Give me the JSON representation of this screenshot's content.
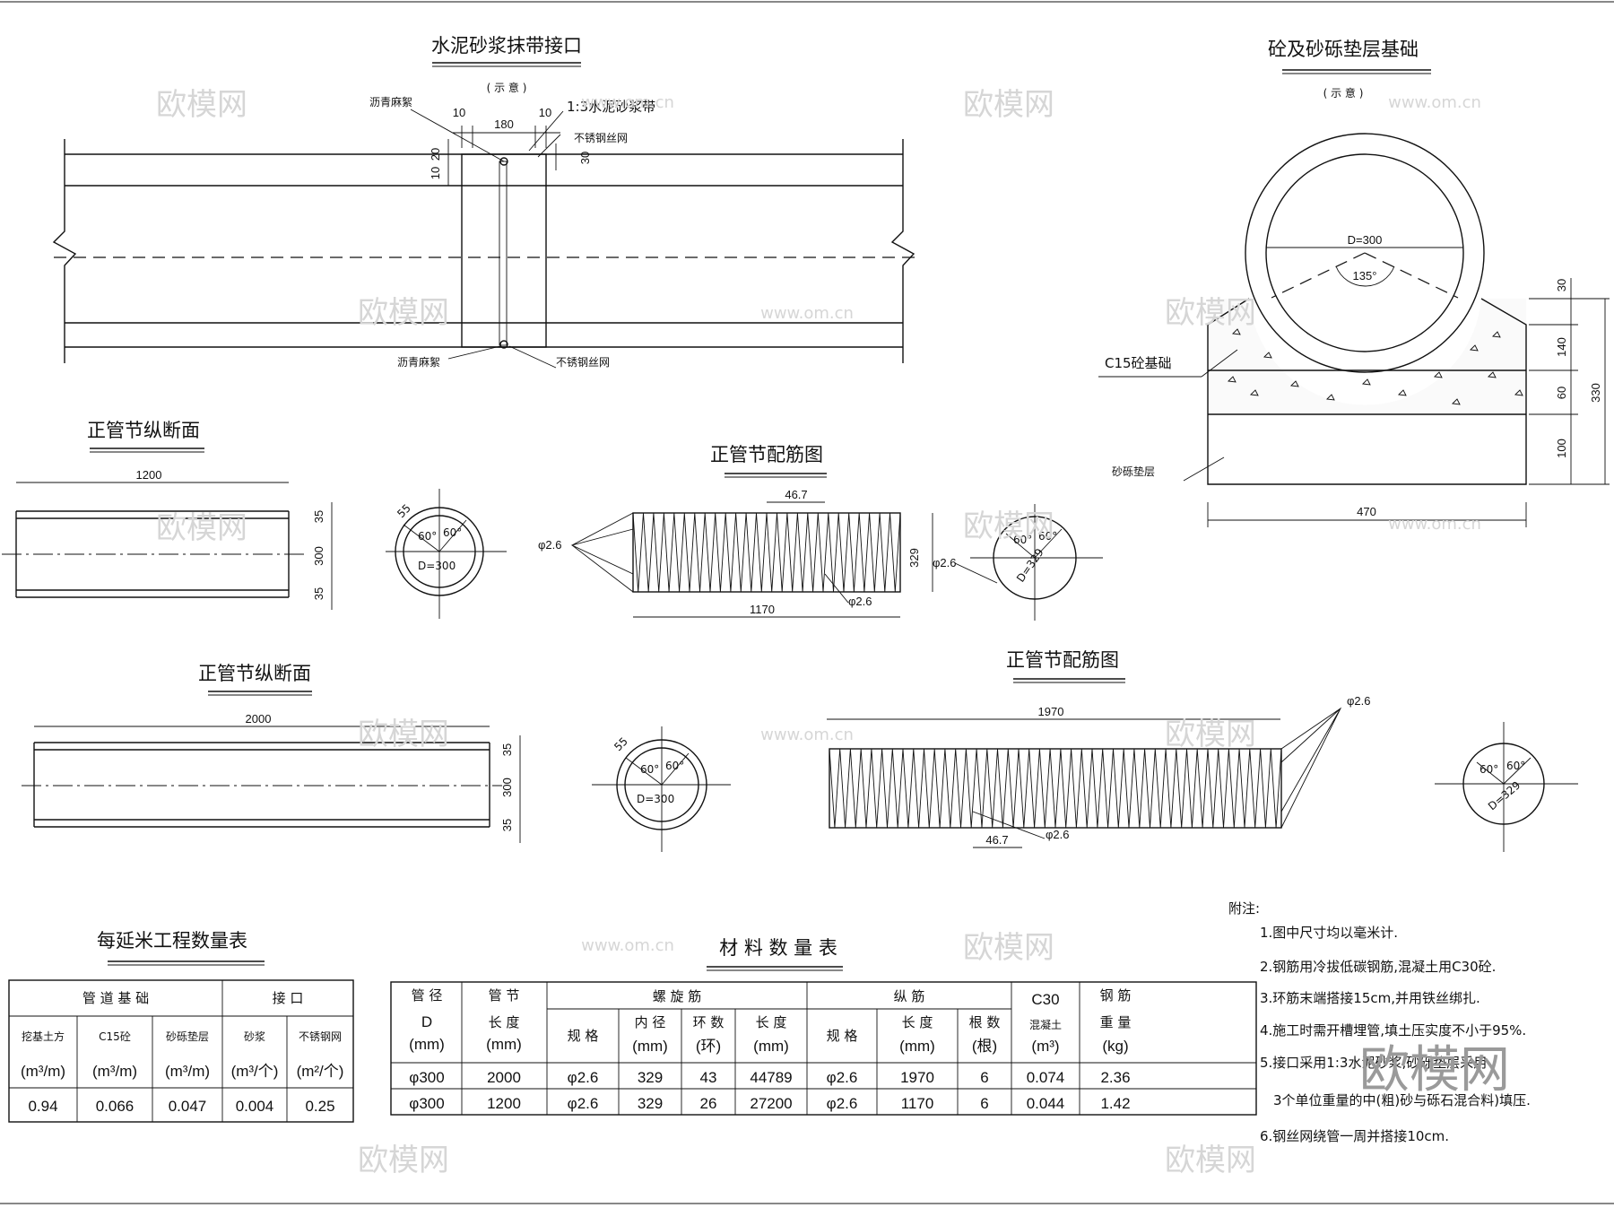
{
  "joint": {
    "title": "水泥砂浆抹带接口",
    "sub": "( 示 意 )",
    "label_asphalt_top": "沥青麻絮",
    "label_mortar": "1:3水泥砂浆带",
    "label_mesh_top": "不锈钢丝网",
    "label_asphalt_bottom": "沥青麻絮",
    "label_mesh_bottom": "不锈钢丝网",
    "dim_10a": "10",
    "dim_180": "180",
    "dim_10b": "10",
    "dim_20": "20",
    "dim_10c": "10",
    "dim_30": "30"
  },
  "found": {
    "title": "砼及砂砾垫层基础",
    "sub": "( 示 意 )",
    "d_label": "D=300",
    "angle": "135°",
    "c15": "C15砼基础",
    "gravel": "砂砾垫层",
    "dim_30": "30",
    "dim_140": "140",
    "dim_60": "60",
    "dim_100": "100",
    "dim_330": "330",
    "dim_470": "470"
  },
  "sec1": {
    "title": "正管节纵断面",
    "len": "1200",
    "t1": "35",
    "d": "300",
    "t2": "35",
    "c_55": "55",
    "c_a1": "60°",
    "c_a2": "60°",
    "c_d": "D=300"
  },
  "reb1": {
    "title": "正管节配筋图",
    "pitch": "46.7",
    "phi_left": "φ2.6",
    "phi_mid": "φ2.6",
    "h": "329",
    "len": "1170",
    "phi_right": "φ2.6",
    "c_a1": "60°",
    "c_a2": "60°",
    "c_d": "D=329"
  },
  "sec2": {
    "title": "正管节纵断面",
    "len": "2000",
    "t1": "35",
    "d": "300",
    "t2": "35",
    "c_55": "55",
    "c_a1": "60°",
    "c_a2": "60°",
    "c_d": "D=300"
  },
  "reb2": {
    "title": "正管节配筋图",
    "len": "1970",
    "phi_top": "φ2.6",
    "pitch": "46.7",
    "phi_bottom": "φ2.6",
    "c_a1": "60°",
    "c_a2": "60°",
    "c_d": "D=329"
  },
  "qty": {
    "title": "每延米工程数量表",
    "group1": "管 道 基 础",
    "group2": "接 口",
    "cols": [
      {
        "name": "挖基土方",
        "unit": "(m³/m)"
      },
      {
        "name": "C15砼",
        "unit": "(m³/m)"
      },
      {
        "name": "砂砾垫层",
        "unit": "(m³/m)"
      },
      {
        "name": "砂浆",
        "unit": "(m³/个)"
      },
      {
        "name": "不锈钢网",
        "unit": "(m²/个)"
      }
    ],
    "row": [
      "0.94",
      "0.066",
      "0.047",
      "0.004",
      "0.25"
    ]
  },
  "mat": {
    "title": "材 料 数 量 表",
    "h_diam": "管 径",
    "h_diam2": "D",
    "h_diam_unit": "(mm)",
    "h_sec": "管 节",
    "h_sec2": "长 度",
    "h_sec_unit": "(mm)",
    "h_spiral": "螺 旋 筋",
    "h_long": "纵 筋",
    "h_c30": "C30",
    "h_c30b": "混凝土",
    "h_c30_unit": "(m³)",
    "h_steel": "钢 筋",
    "h_steel2": "重 量",
    "h_steel_unit": "(kg)",
    "s_spec": "规 格",
    "s_id": "内 径",
    "s_id_unit": "(mm)",
    "s_rings": "环 数",
    "s_rings_unit": "(环)",
    "s_len": "长 度",
    "s_len_unit": "(mm)",
    "l_spec": "规 格",
    "l_len": "长 度",
    "l_len_unit": "(mm)",
    "l_cnt": "根 数",
    "l_cnt_unit": "(根)",
    "rows": [
      [
        "φ300",
        "2000",
        "φ2.6",
        "329",
        "43",
        "44789",
        "φ2.6",
        "1970",
        "6",
        "0.074",
        "2.36"
      ],
      [
        "φ300",
        "1200",
        "φ2.6",
        "329",
        "26",
        "27200",
        "φ2.6",
        "1170",
        "6",
        "0.044",
        "1.42"
      ]
    ]
  },
  "notes": {
    "head": "附注:",
    "items": [
      "1.图中尺寸均以毫米计.",
      "2.钢筋用冷拔低碳钢筋,混凝土用C30砼.",
      "3.环筋末端搭接15cm,并用铁丝绑扎.",
      "4.施工时需开槽埋管,填土压实度不小于95%.",
      "5.接口采用1:3水泥砂浆,砂砾垫层采用",
      "3个单位重量的中(粗)砂与砾石混合料)填压.",
      "6.钢丝网绕管一周并搭接10cm."
    ]
  },
  "watermarks": {
    "brand": "欧模网",
    "site": "www.om.cn",
    "big": "欧模网"
  }
}
